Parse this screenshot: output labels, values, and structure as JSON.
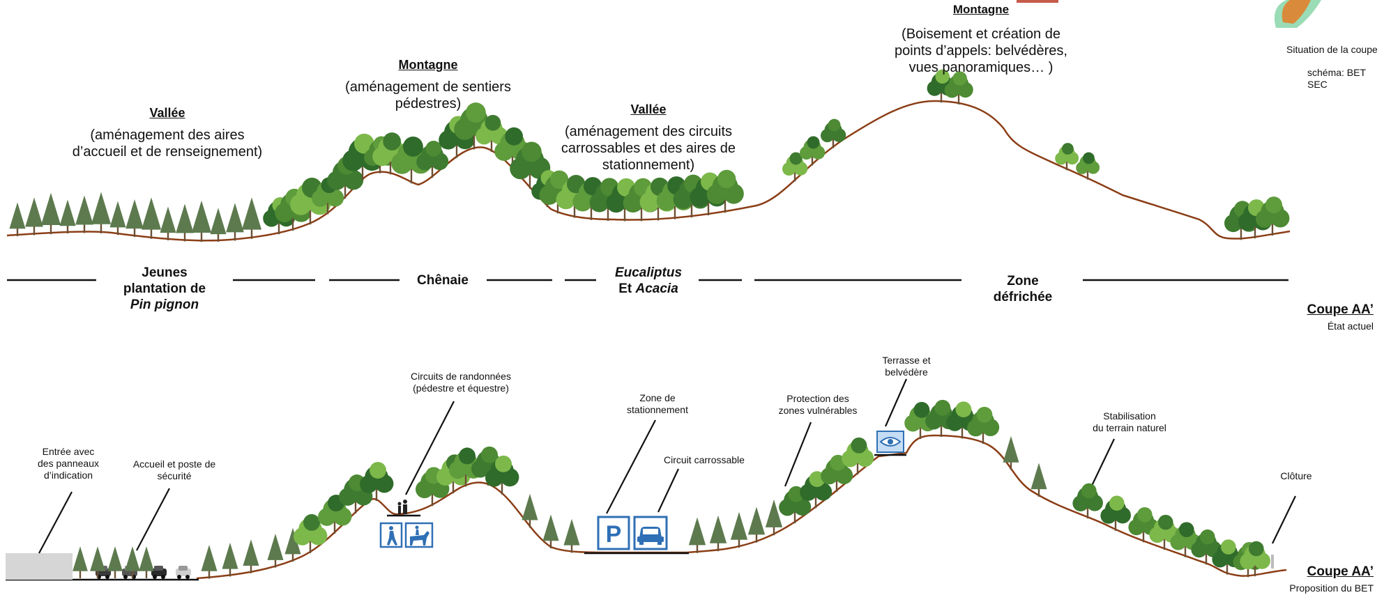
{
  "top_section": {
    "zones": [
      {
        "title": "Vallée",
        "description": "(aménagement des aires\nd’accueil et de renseignement)"
      },
      {
        "title": "Montagne",
        "description": "(aménagement de sentiers\npédestres)"
      },
      {
        "title": "Vallée",
        "description": "(aménagement des circuits\ncarrossables et des aires de\nstationnement)"
      },
      {
        "title": "Montagne",
        "description": "(Boisement et création de\npoints d’appels: belvédères,\nvues panoramiques… )"
      }
    ],
    "vegetation_bands": {
      "pin_line1": "Jeunes",
      "pin_line2": "plantation de",
      "pin_line3": "Pin pignon",
      "chenaie": "Chênaie",
      "euca_line1": "Eucaliptus",
      "euca_prefix": "Et ",
      "euca_acacia": "Acacia",
      "zone_line1": "Zone",
      "zone_line2": "défrichée"
    },
    "coupe_title": "Coupe AA’",
    "coupe_subtitle": "État actuel"
  },
  "bottom_section": {
    "annotations": {
      "entree": "Entrée avec\ndes panneaux\nd’indication",
      "accueil": "Accueil et poste de\nsécurité",
      "circuits_randonnees": "Circuits de randonnées\n(pédestre et équestre)",
      "zone_stationnement": "Zone de\nstationnement",
      "circuit_carrossable": "Circuit carrossable",
      "protection": "Protection des\nzones vulnérables",
      "terrasse": "Terrasse et\nbelvédère",
      "stabilisation": "Stabilisation\ndu terrain naturel",
      "cloture": "Clôture"
    },
    "coupe_title": "Coupe AA’",
    "coupe_subtitle": "Proposition du BET"
  },
  "corner_note": {
    "line1": "Situation de la coupe",
    "line2": "schéma: BET SEC"
  },
  "signs": {
    "parking_letter": "P"
  },
  "colors": {
    "terrain": "#8B3E16",
    "tree_dark": "#2f6b2a",
    "tree_light": "#7db84a",
    "pine": "#5d7a4e",
    "sign_blue": "#2f6fb5",
    "ground_grey": "#d6d6d6"
  }
}
